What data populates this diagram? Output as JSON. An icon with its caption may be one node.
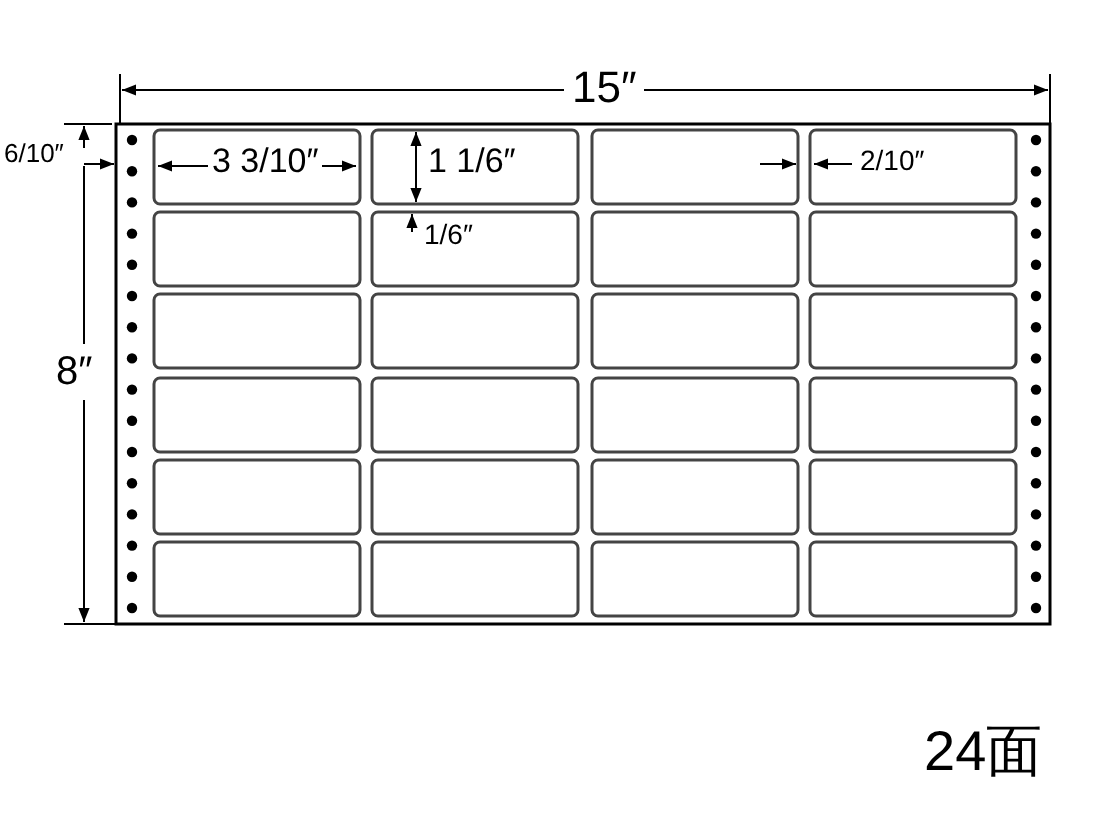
{
  "diagram": {
    "labels": [
      "15″",
      "6/10″",
      "3 3/10″",
      "1 1/6″",
      "2/10″",
      "8″",
      "1/6″",
      "24面"
    ]
  }
}
